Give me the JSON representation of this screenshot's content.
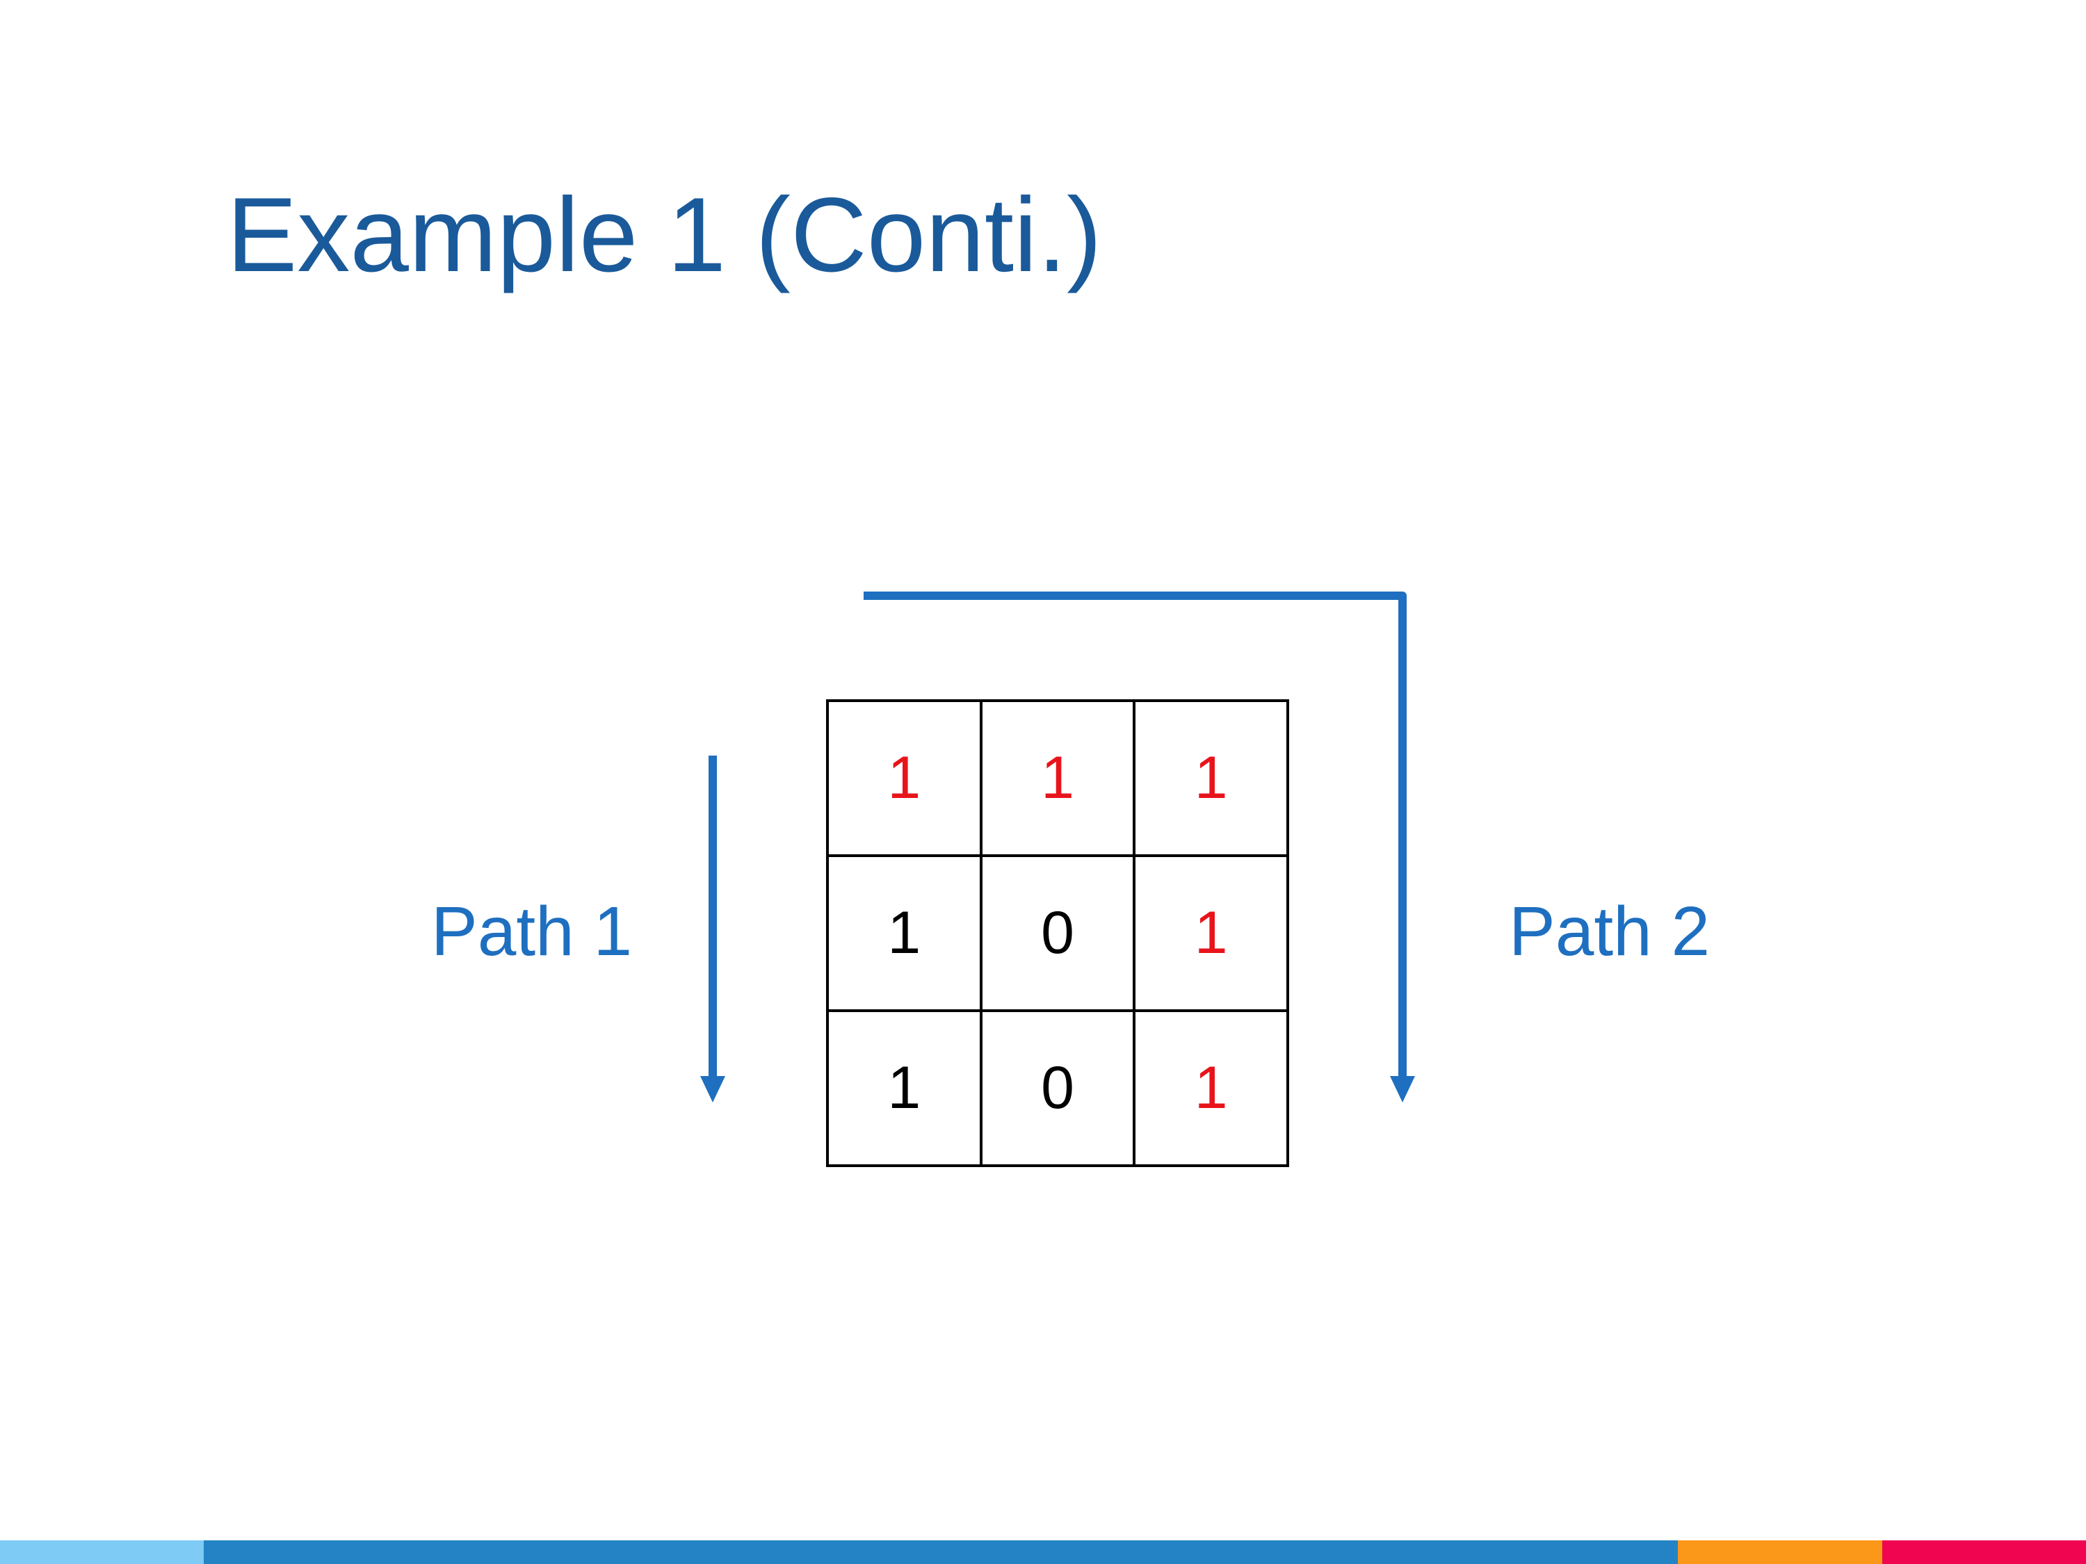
{
  "slide": {
    "title": "Example 1 (Conti.)",
    "path1_label": "Path 1",
    "path2_label": "Path 2",
    "grid": [
      [
        {
          "v": "1",
          "highlight": true
        },
        {
          "v": "1",
          "highlight": true
        },
        {
          "v": "1",
          "highlight": true
        }
      ],
      [
        {
          "v": "1",
          "highlight": false
        },
        {
          "v": "0",
          "highlight": false
        },
        {
          "v": "1",
          "highlight": true
        }
      ],
      [
        {
          "v": "1",
          "highlight": false
        },
        {
          "v": "0",
          "highlight": false
        },
        {
          "v": "1",
          "highlight": true
        }
      ]
    ]
  },
  "colors": {
    "title": "#1a5a9a",
    "arrow": "#1e6fc0",
    "highlight": "#e8141b",
    "normal": "#000000",
    "footer": [
      "#7ecbf5",
      "#2383c4",
      "#fb9719",
      "#ef0550"
    ]
  }
}
